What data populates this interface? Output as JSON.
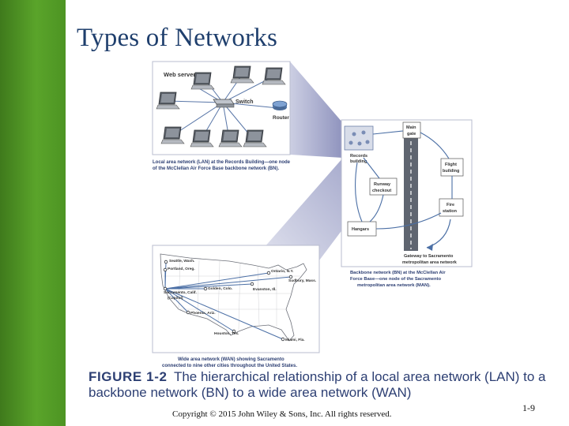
{
  "slide": {
    "title": "Types of Networks",
    "copyright": "Copyright © 2015 John Wiley & Sons, Inc. All rights reserved.",
    "page_number": "1-9"
  },
  "figure": {
    "label": "FIGURE 1-2",
    "caption": "The hierarchical relationship of a local area network (LAN) to a backbone network (BN) to a wide area network (WAN)",
    "lan": {
      "web_server": "Web server",
      "switch": "Switch",
      "router": "Router",
      "caption_line1": "Local area network (LAN) at the Records Building—one node",
      "caption_line2": "of the McClellan Air Force Base backbone network (BN)."
    },
    "bn": {
      "main_gate_1": "Main",
      "main_gate_2": "gate",
      "records_1": "Records",
      "records_2": "building",
      "flight_1": "Flight",
      "flight_2": "building",
      "runway_1": "Runway",
      "runway_2": "checkout",
      "fire_1": "Fire",
      "fire_2": "station",
      "hangars": "Hangars",
      "gateway_1": "Gateway to Sacramento",
      "gateway_2": "metropolitan area network",
      "caption_line1": "Backbone network (BN) at the McClellan Air",
      "caption_line2": "Force Base—one node of the Sacramento",
      "caption_line3": "metropolitan area network (MAN)."
    },
    "wan": {
      "seattle": "Seattle, Wash.",
      "portland": "Portland, Oreg.",
      "sacramento_1": "Sacramento, Calif.",
      "sacramento_2": "(Capitol)",
      "golden": "Golden, Colo.",
      "phoenix": "Phoenix, Ariz.",
      "houston": "Houston, Tex.",
      "evanston": "Evanston, Ill.",
      "ontario": "Ontario, N.Y.",
      "sudbury": "Sudbury, Mass.",
      "miami": "Miami, Fla.",
      "caption_line1": "Wide area network (WAN) showing Sacramento",
      "caption_line2": "connected to nine other cities throughout the United States."
    }
  }
}
